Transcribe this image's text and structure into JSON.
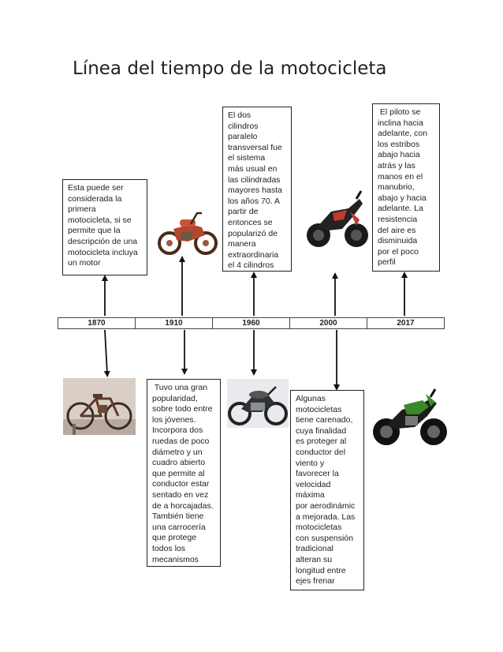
{
  "title": "Línea del tiempo de la motocicleta",
  "timeline": {
    "years": [
      "1870",
      "1910",
      "1960",
      "2000",
      "2017"
    ]
  },
  "boxes": {
    "b1870": [
      "Esta puede ser",
      "considerada la",
      "primera",
      "motocicleta, si se",
      "permite que la",
      "descripción de una",
      "motocicleta incluya",
      "un motor"
    ],
    "b1910": [
      " Tuvo una gran",
      "popularidad,",
      "sobre todo entre",
      "los jóvenes.",
      "Incorpora dos",
      "ruedas de poco",
      "diámetro y un",
      "cuadro abierto",
      "que permite al",
      "conductor estar",
      "sentado en vez",
      "de a horcajadas.",
      "También tiene",
      "una carrocería",
      "que protege",
      "todos los",
      "mecanismos"
    ],
    "b1960": [
      "El dos",
      "cilindros",
      "paralelo",
      "transversal fue",
      "el sistema",
      "más usual en",
      "las cilindradas",
      "mayores hasta",
      "los años 70. A",
      "partir de",
      "entonces se",
      "popularizó de",
      "manera",
      "extraordinaria",
      "el 4 cilindros"
    ],
    "b2000": [
      "Algunas",
      "motocicletas",
      "tiene carenado,",
      "cuya finalidad",
      "es proteger al",
      "conductor del",
      "viento y",
      "favorecer la",
      "velocidad",
      "máxima",
      "por aerodinámic",
      "a mejorada. Las",
      "motocicletas",
      "con suspensión",
      "tradicional",
      "alteran su",
      "longitud entre",
      "ejes frenar"
    ],
    "b2017": [
      " El piloto se",
      "inclina hacia",
      "adelante, con",
      "los estribos",
      "abajo hacia",
      "atrás y las",
      "manos en el",
      "manubrio,",
      "abajo y hacia",
      "adelante. La",
      "resistencia",
      "del aire es",
      "disminuida",
      "por el poco",
      "perfil"
    ]
  },
  "colors": {
    "green_bike": "#3a8a2a",
    "red_bike": "#c23a2e",
    "vintage": "#8a4a2a"
  }
}
